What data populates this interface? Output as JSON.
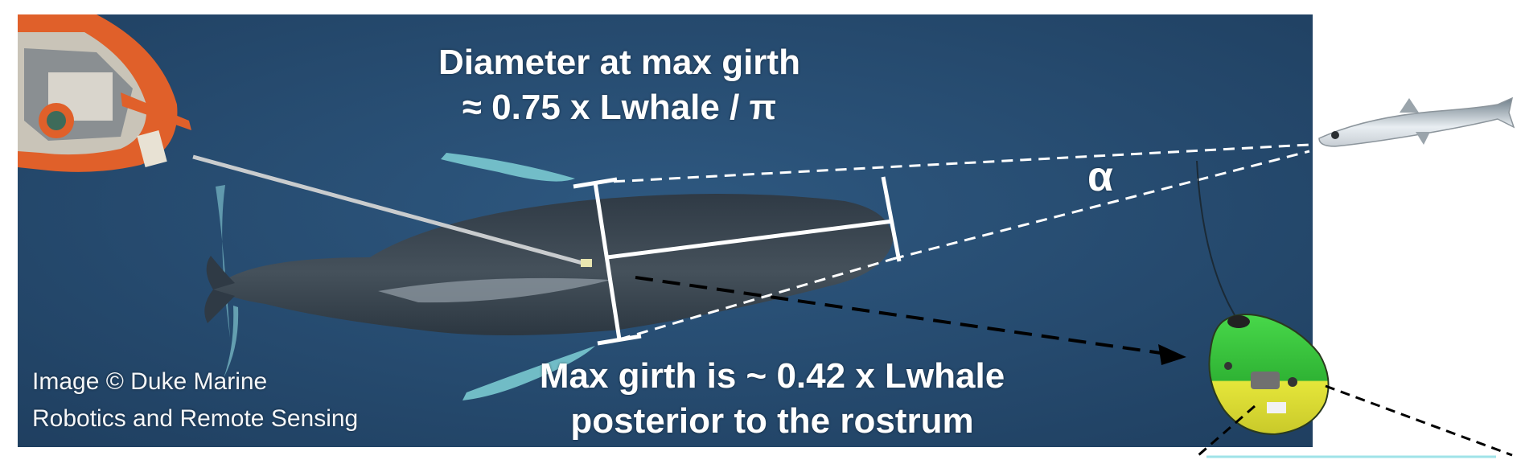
{
  "annotations": {
    "diameter_line1": "Diameter at max girth",
    "diameter_line2": "≈ 0.75 x Lwhale / π",
    "girth_line1": "Max girth is ~ 0.42 x Lwhale",
    "girth_line2": "posterior to the rostrum",
    "angle_symbol": "α"
  },
  "credit": {
    "line1": "Image © Duke Marine",
    "line2": "Robotics and Remote Sensing"
  },
  "colors": {
    "ocean": "#2a4f73",
    "ocean_dark": "#1d3d5d",
    "boat": "#e0602a",
    "whale": "#3f4a54",
    "whale_belly": "#8f9aa3",
    "flipper": "#7fd0d6",
    "tag_green": "#35c43a",
    "tag_yellow": "#e8e63a",
    "annotation": "#ffffff"
  },
  "icons": [
    "boat-icon",
    "whale-icon",
    "fish-icon",
    "tag-device-icon"
  ]
}
